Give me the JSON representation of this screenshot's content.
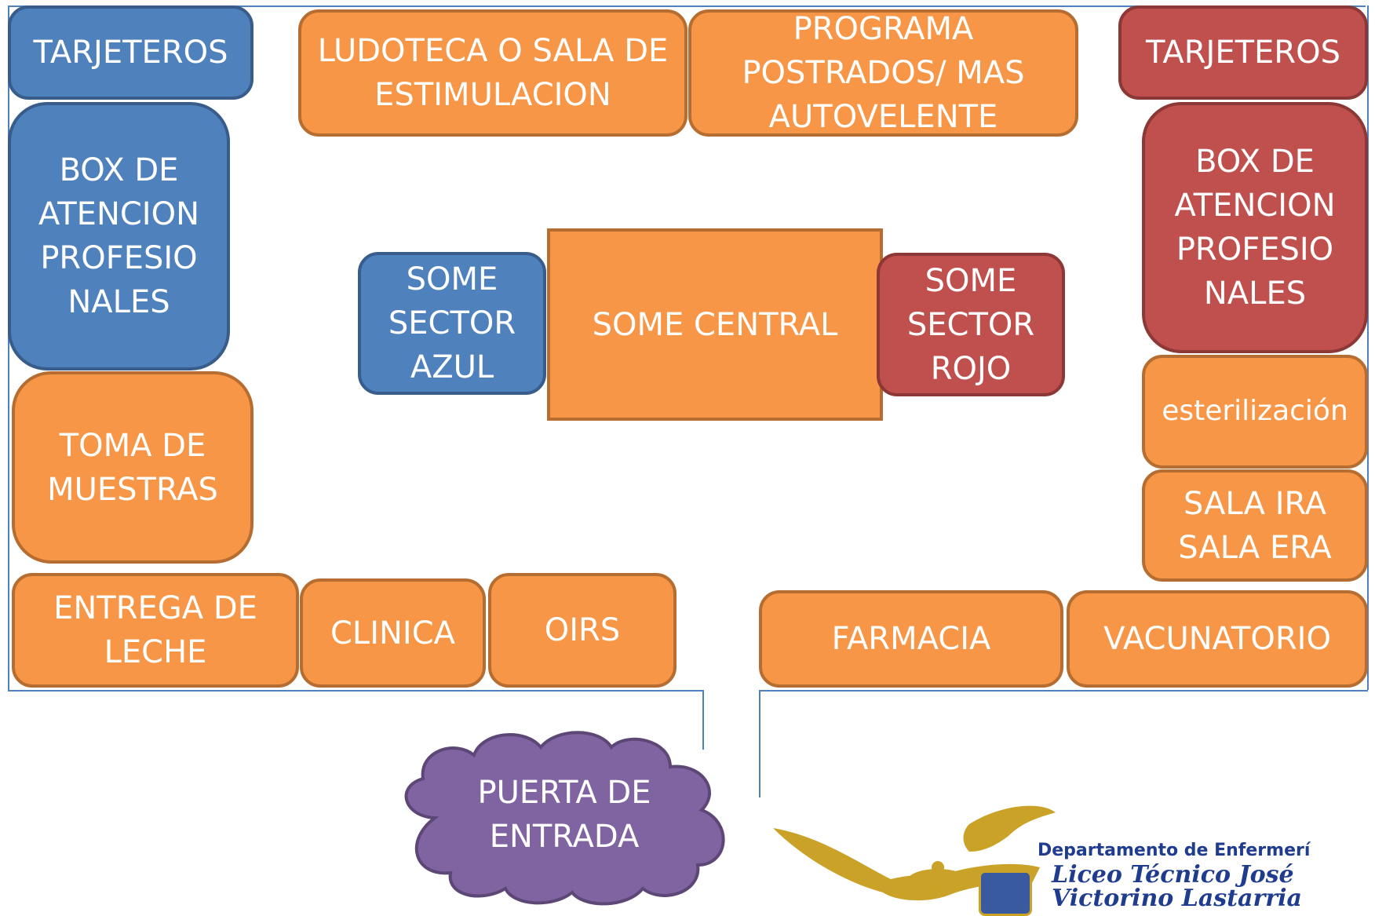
{
  "rooms": {
    "tarjeteros_left": "TARJETEROS",
    "ludoteca": "LUDOTECA O SALA DE\nESTIMULACION",
    "programa": "PROGRAMA\nPOSTRADOS/ MAS\nAUTOVELENTE",
    "tarjeteros_right": "TARJETEROS",
    "box_left": "BOX DE\nATENCION\nPROFESIO\nNALES",
    "box_right": "BOX DE\nATENCION\nPROFESIO\nNALES",
    "some_azul": "SOME\nSECTOR\nAZUL",
    "some_central": "SOME CENTRAL",
    "some_rojo": "SOME\nSECTOR\nROJO",
    "esterilizacion": "esterilización",
    "toma_muestras": "TOMA DE\nMUESTRAS",
    "sala_ira": "SALA IRA\nSALA ERA",
    "entrega_leche": "ENTREGA DE\nLECHE",
    "clinica": "CLINICA",
    "oirs": "OIRS",
    "farmacia": "FARMACIA",
    "vacunatorio": "VACUNATORIO"
  },
  "entrance": {
    "label": "PUERTA DE\nENTRADA"
  },
  "logo": {
    "department": "Departamento de Enfermerí",
    "school_line1": "Liceo Técnico José",
    "school_line2": "Victorino Lastarria"
  },
  "colors": {
    "orange_fill": "#f79646",
    "blue_fill": "#4f81bd",
    "red_fill": "#c0504d",
    "purple_fill": "#8064a2",
    "gold": "#c9a227",
    "navy": "#1f3c8f"
  }
}
